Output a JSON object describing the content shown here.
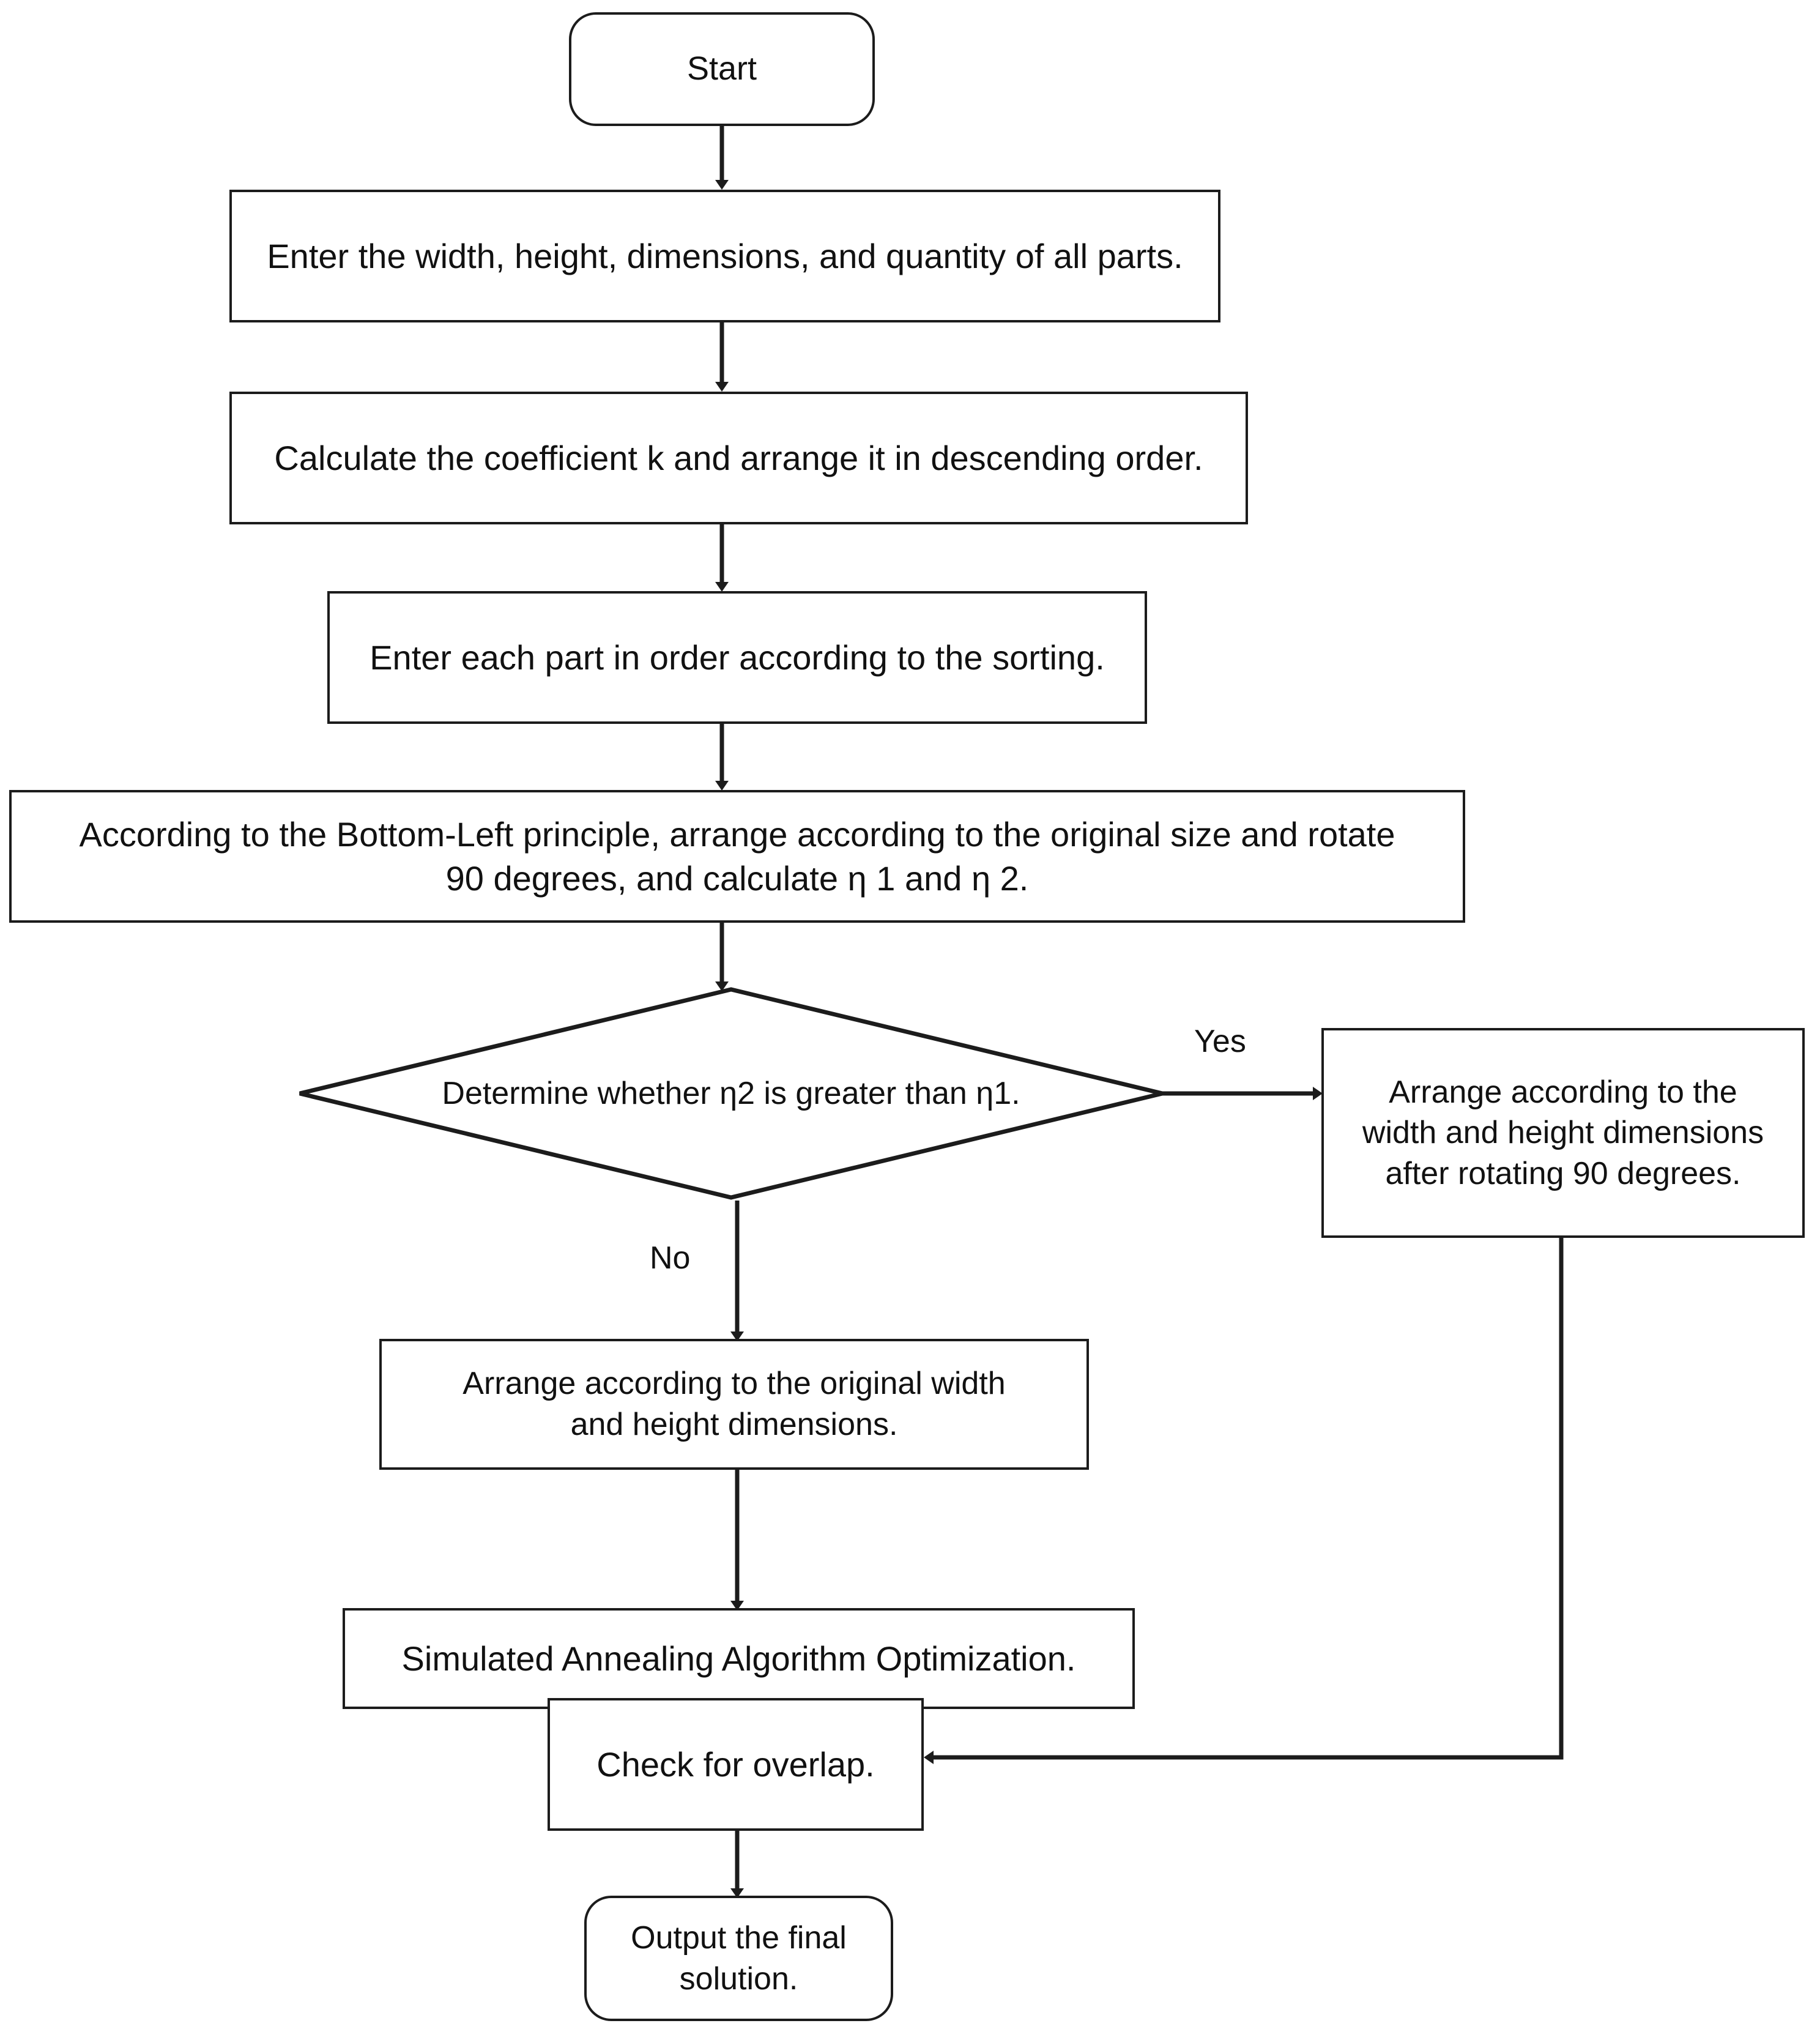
{
  "diagram": {
    "title": "Nesting algorithm flowchart",
    "accent_color": "#1c1c1c",
    "background_color": "#ffffff",
    "nodes": [
      {
        "id": "start",
        "shape": "terminator",
        "label": "Start"
      },
      {
        "id": "input_parts",
        "shape": "process",
        "label": "Enter the width, height, dimensions, and quantity of all parts."
      },
      {
        "id": "coeff_k",
        "shape": "process",
        "label": "Calculate the coefficient k and arrange it in descending order."
      },
      {
        "id": "enter_order",
        "shape": "process",
        "label": "Enter each part in order according to the sorting."
      },
      {
        "id": "bottom_left",
        "shape": "process",
        "label": "According to the Bottom-Left principle, arrange according to the original size and rotate\n90 degrees, and calculate η 1 and η 2."
      },
      {
        "id": "decision_eta",
        "shape": "decision",
        "label": "Determine whether η2 is greater than η1."
      },
      {
        "id": "rotated_dims",
        "shape": "process",
        "label": "Arrange according to the\nwidth and height dimensions\nafter rotating 90 degrees."
      },
      {
        "id": "original_dims",
        "shape": "process",
        "label": "Arrange according to the original width\nand height dimensions."
      },
      {
        "id": "sa_optimize",
        "shape": "process",
        "label": "Simulated Annealing Algorithm Optimization."
      },
      {
        "id": "check_overlap",
        "shape": "process",
        "label": "Check for overlap."
      },
      {
        "id": "output_final",
        "shape": "terminator",
        "label": "Output the final\nsolution."
      }
    ],
    "edge_labels": {
      "yes": "Yes",
      "no": "No"
    },
    "edges": [
      {
        "from": "start",
        "to": "input_parts",
        "label": ""
      },
      {
        "from": "input_parts",
        "to": "coeff_k",
        "label": ""
      },
      {
        "from": "coeff_k",
        "to": "enter_order",
        "label": ""
      },
      {
        "from": "enter_order",
        "to": "bottom_left",
        "label": ""
      },
      {
        "from": "bottom_left",
        "to": "decision_eta",
        "label": ""
      },
      {
        "from": "decision_eta",
        "to": "rotated_dims",
        "label": "Yes"
      },
      {
        "from": "decision_eta",
        "to": "original_dims",
        "label": "No"
      },
      {
        "from": "original_dims",
        "to": "sa_optimize",
        "label": ""
      },
      {
        "from": "sa_optimize",
        "to": "check_overlap",
        "label": ""
      },
      {
        "from": "rotated_dims",
        "to": "check_overlap",
        "label": ""
      },
      {
        "from": "check_overlap",
        "to": "output_final",
        "label": ""
      }
    ]
  }
}
